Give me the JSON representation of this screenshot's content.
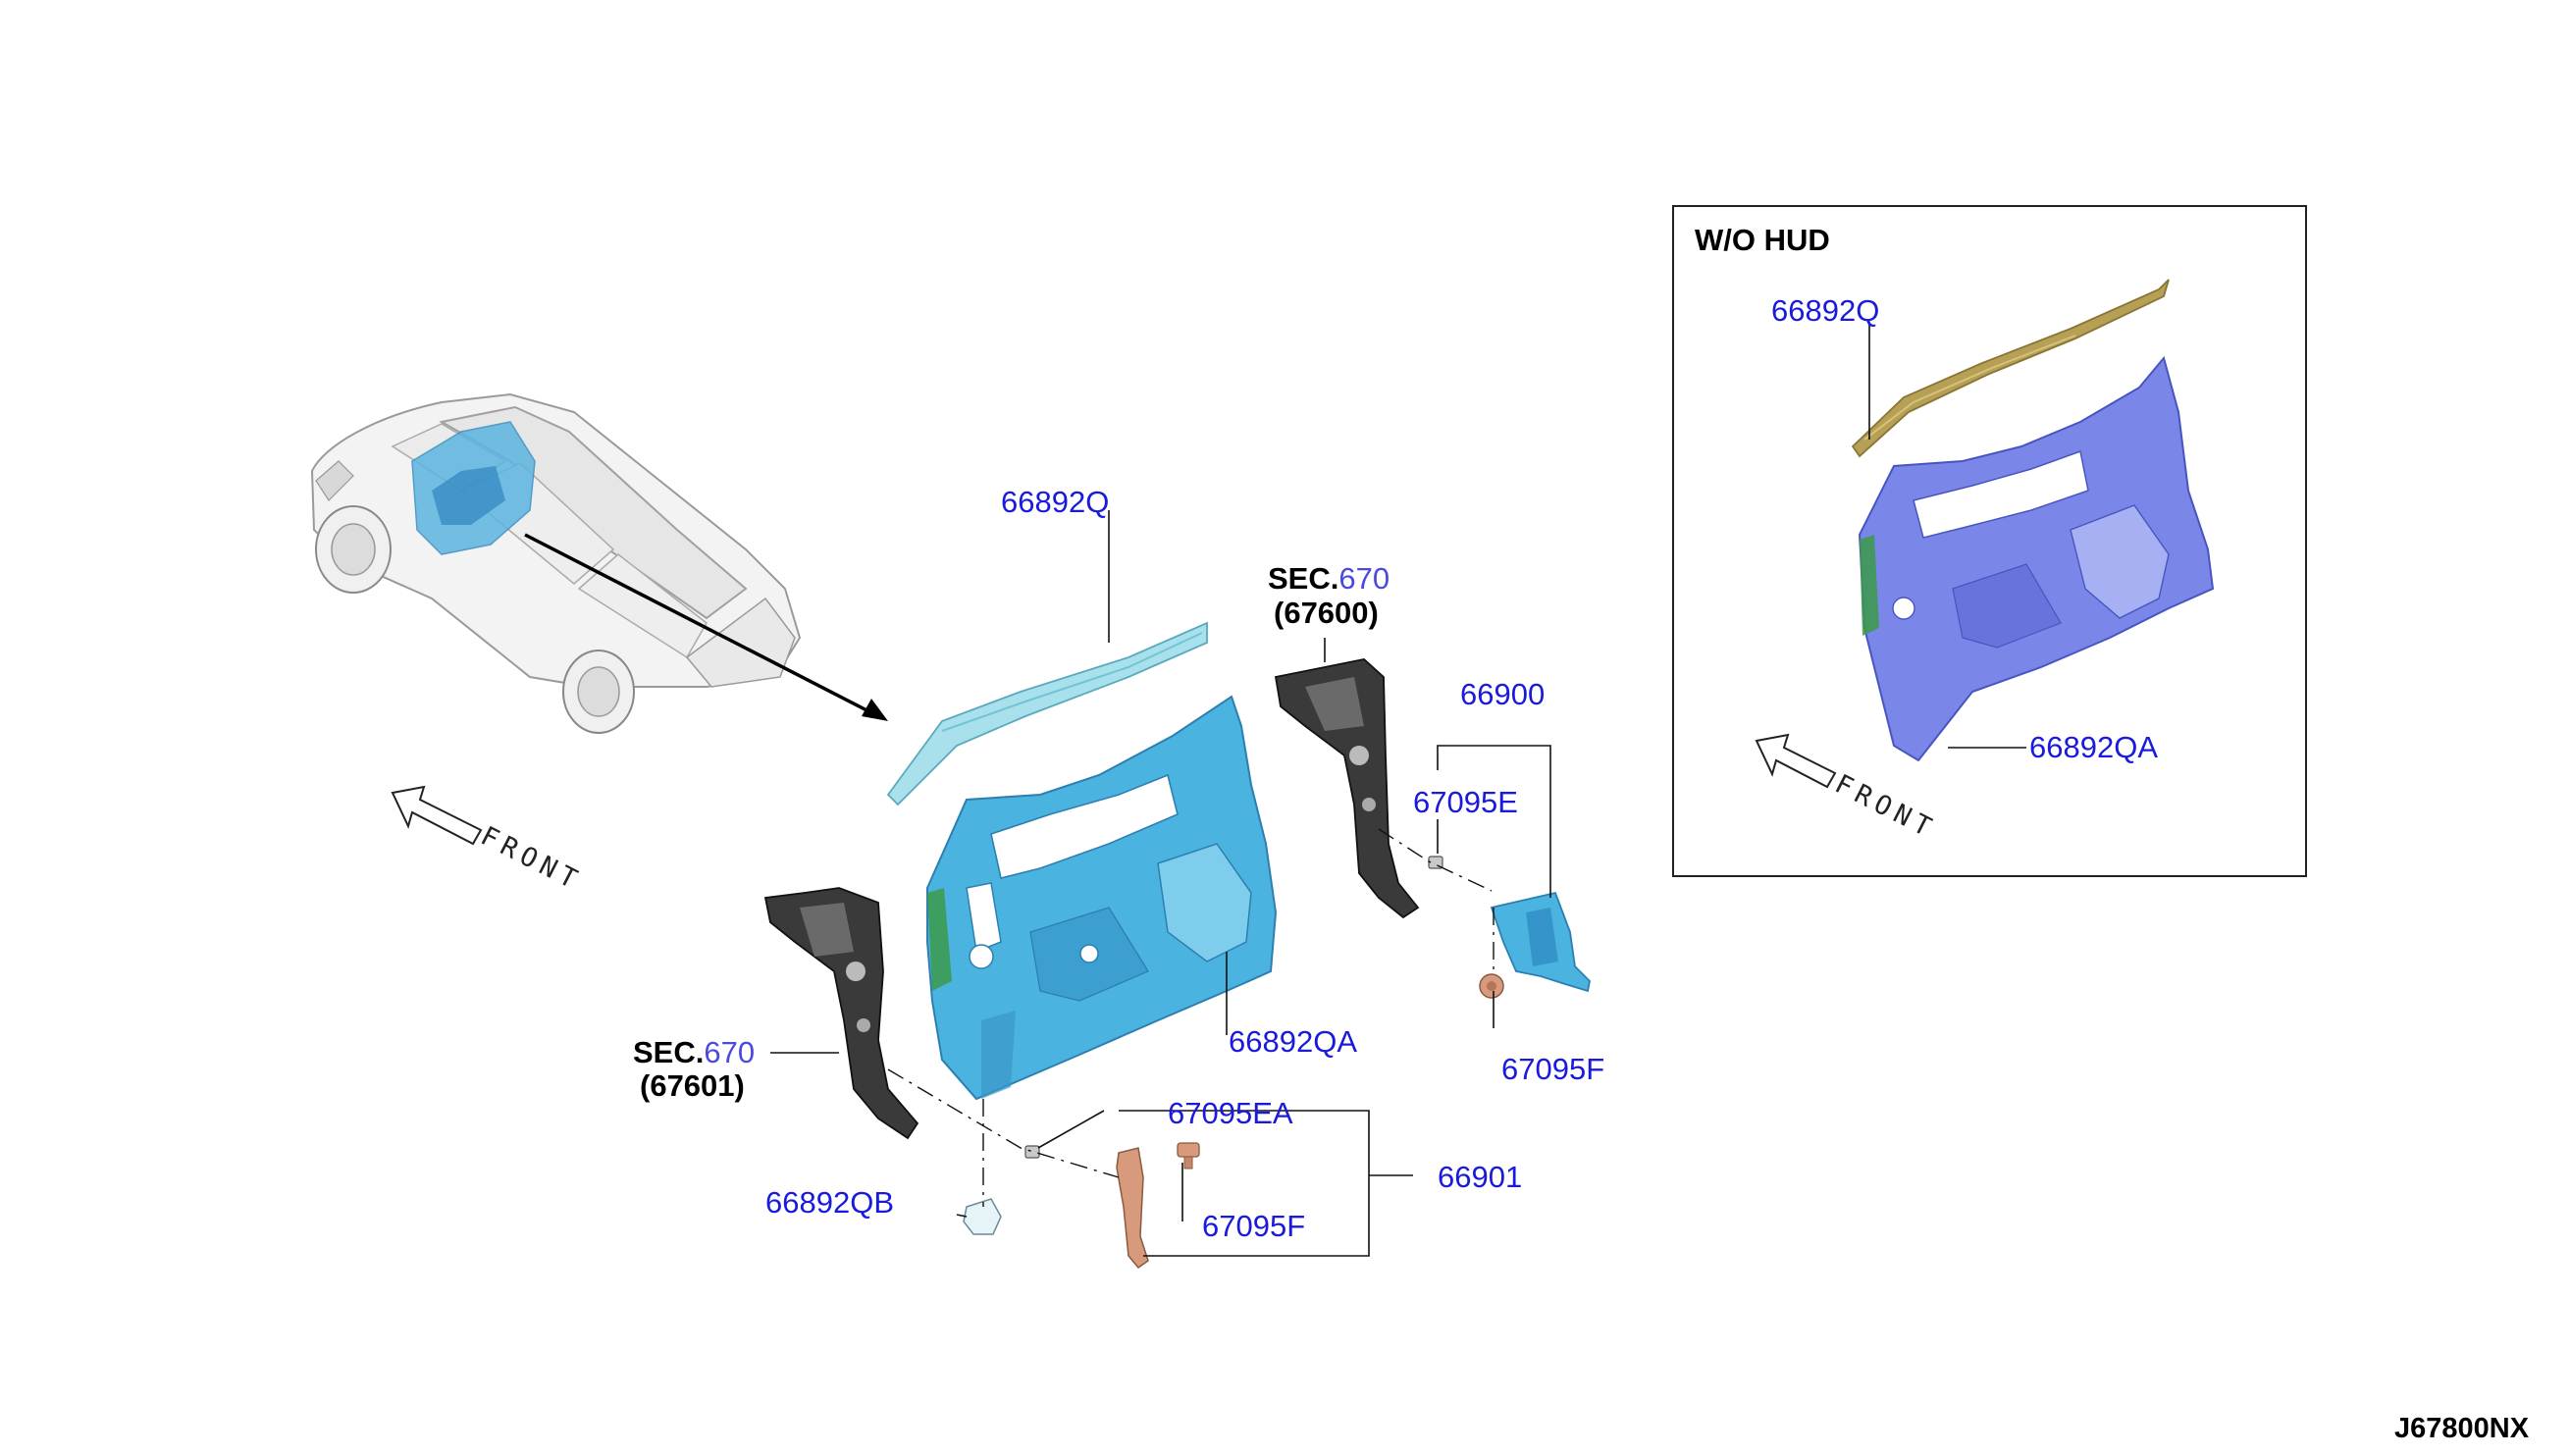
{
  "diagram_code": "J67800NX",
  "front_label": "FRONT",
  "colors": {
    "part_number": "#1a1adc",
    "dash_insulator": "#4bb3e0",
    "insulator_upper": "#a8e0ec",
    "variant_upper": "#b5a055",
    "variant_lower": "#7a86e8",
    "pillar": "#3a3a3a",
    "bracket": "#d79a7c"
  },
  "main": {
    "part_upper": "66892Q",
    "part_lower": "66892QA",
    "part_clip": "66892QB",
    "sec_right": {
      "prefix": "SEC.",
      "number": "670",
      "code": "(67600)"
    },
    "sec_left": {
      "prefix": "SEC.",
      "number": "670",
      "code": "(67601)"
    },
    "right_group": {
      "assembly": "66900",
      "clip": "67095E",
      "fastener": "67095F"
    },
    "left_group": {
      "assembly": "66901",
      "clip": "67095EA",
      "fastener": "67095F"
    }
  },
  "inset": {
    "title": "W/O HUD",
    "part_upper": "66892Q",
    "part_lower": "66892QA"
  }
}
